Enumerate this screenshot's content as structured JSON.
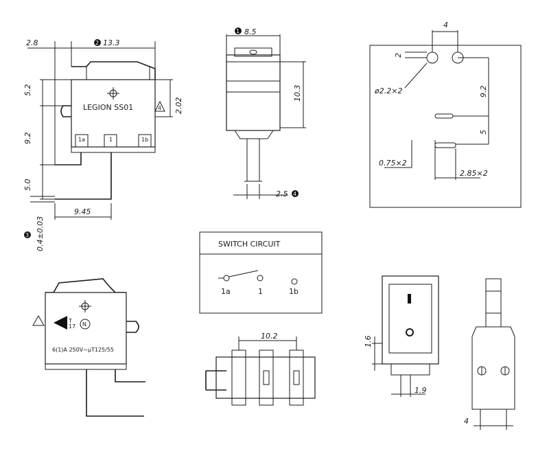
{
  "side_view": {
    "model_label": "LEGION  SS01",
    "dim_top_left": "2.8",
    "dim_top_width": "13.3",
    "dim_top_width_marker": "2",
    "dim_left_upper": "5.2",
    "dim_left_middle": "9.2",
    "dim_left_lower": "5.0",
    "dim_right": "2.02",
    "dim_bottom": "9.45",
    "dim_thickness": "0.4±0.03",
    "dim_thickness_marker": "3",
    "dim_right_marker": "4",
    "terminal_a": "1a",
    "terminal_1": "1",
    "terminal_b": "1b"
  },
  "front_view": {
    "dim_width": "8.5",
    "dim_width_marker": "1",
    "dim_height": "10.3",
    "dim_bottom": "2.5",
    "dim_bottom_marker": "4"
  },
  "pcb_layout": {
    "dim_spacing": "4",
    "dim_offset": "2",
    "hole_label": "ø2.2×2",
    "dim_vertical_1": "9.2",
    "dim_vertical_2": "5",
    "slot_width_label": "0.75×2",
    "slot_length_label": "2.85×2"
  },
  "circuit": {
    "title": "SWITCH CIRCUIT",
    "labels": [
      "1a",
      "1",
      "1b"
    ]
  },
  "rating_view": {
    "rating_text": "6(1)A 250V~μT125/55",
    "temp_code": "T",
    "temp_value": "17",
    "cert_mark": "N"
  },
  "bottom_view": {
    "dim_width": "10.2"
  },
  "rocker_view": {
    "symbol_on": "I",
    "symbol_off": "O",
    "dim_left": "1.6",
    "dim_bottom": "1.9"
  },
  "end_view": {
    "dim_bottom": "4"
  }
}
